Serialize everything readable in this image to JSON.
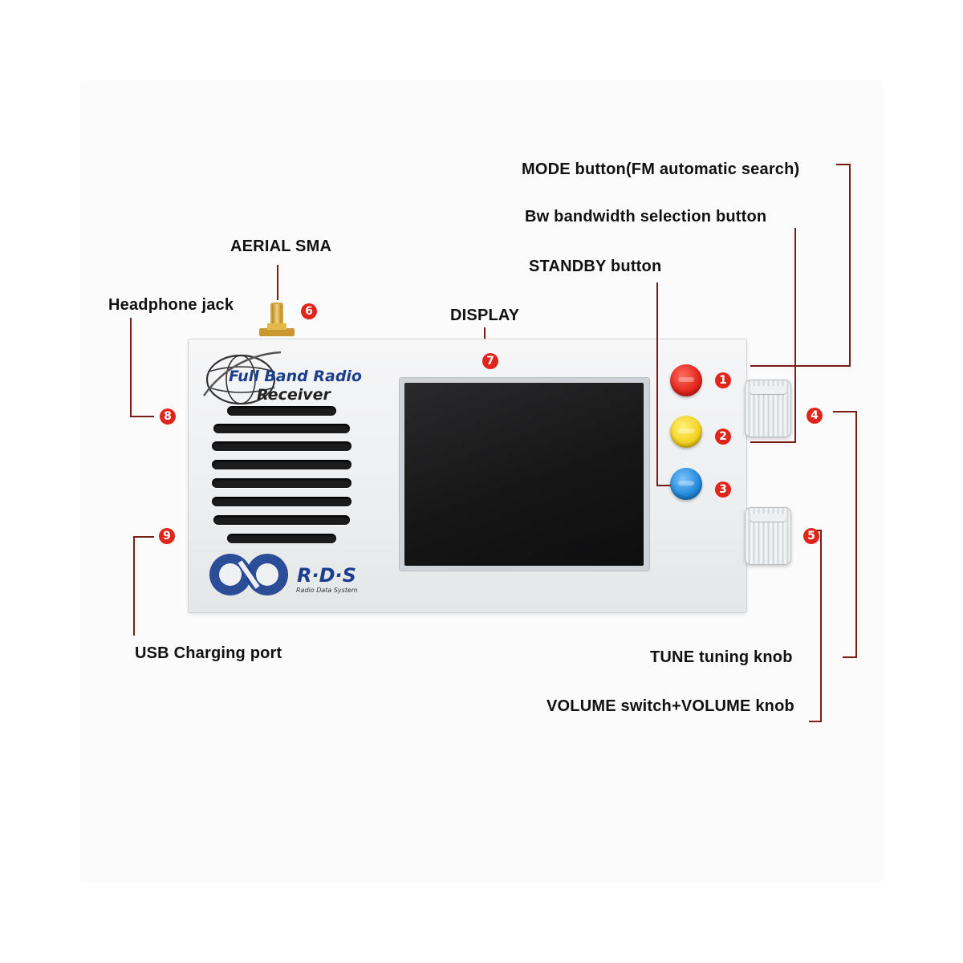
{
  "labels": {
    "mode": "MODE button(FM automatic search)",
    "bw": "Bw bandwidth selection button",
    "aerial": "AERIAL SMA",
    "standby": "STANDBY button",
    "headphone": "Headphone jack",
    "display": "DISPLAY",
    "usb": "USB Charging port",
    "tune": "TUNE tuning knob",
    "volume": "VOLUME switch+VOLUME knob"
  },
  "badges": [
    "1",
    "2",
    "3",
    "4",
    "5",
    "6",
    "7",
    "8",
    "9"
  ],
  "device": {
    "logo_line1": "Full Band Radio",
    "logo_line2": "Receiver",
    "rds_text": "R·D·S",
    "rds_subtext": "Radio Data System"
  },
  "colors": {
    "badge": "#e0261c",
    "leader": "#7a1c16",
    "button_mode": "#e3231b",
    "button_bw": "#f2d11c",
    "button_standby": "#1f86d8",
    "rds_blue": "#1b3f8f"
  }
}
